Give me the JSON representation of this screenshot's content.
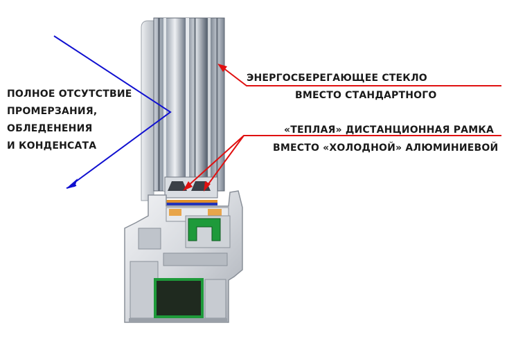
{
  "labels": {
    "left": {
      "line1": "ПОЛНОЕ ОТСУТСТВИЕ",
      "line2": "ПРОМЕРЗАНИЯ,",
      "line3": "ОБЛЕДЕНЕНИЯ",
      "line4": "И КОНДЕНСАТА"
    },
    "glass": {
      "line1": "ЭНЕРГОСБЕРЕГАЮЩЕЕ СТЕКЛО",
      "line2": "ВМЕСТО СТАНДАРТНОГО"
    },
    "frame": {
      "line1": "«ТЕПЛАЯ» ДИСТАНЦИОННАЯ РАМКА",
      "line2": "ВМЕСТО «ХОЛОДНОЙ» АЛЮМИНИЕВОЙ"
    }
  },
  "colors": {
    "red_arrow": "#e01010",
    "blue_arrow": "#1010d0",
    "glass": "#8a96a6",
    "profile": "#d8dbe0",
    "seal_green": "#1e9a3a",
    "spacer_orange": "#e0902a"
  }
}
